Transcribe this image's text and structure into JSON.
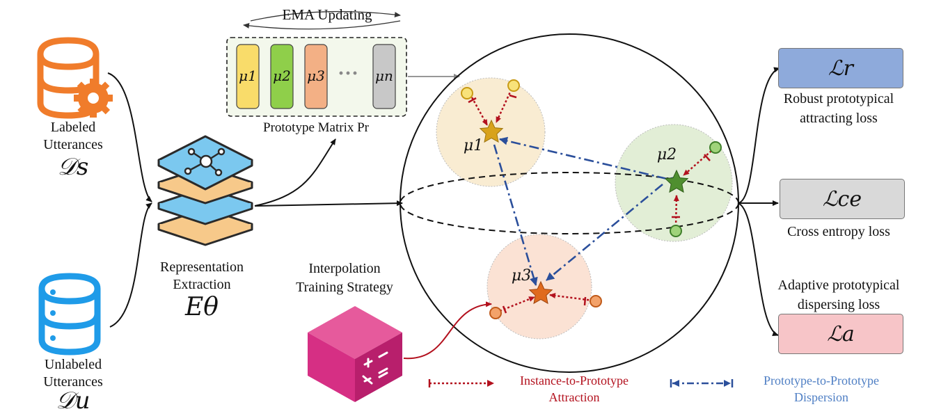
{
  "left": {
    "labeled": {
      "line1": "Labeled",
      "line2": "Utterances",
      "symbol": "𝒟s"
    },
    "unlabeled": {
      "line1": "Unlabeled",
      "line2": "Utterances",
      "symbol": "𝒟u"
    },
    "db_colors": {
      "labeled": "#f07c2b",
      "unlabeled": "#1f9be8"
    }
  },
  "encoder": {
    "line1": "Representation",
    "line2": "Extraction",
    "symbol": "Eθ"
  },
  "ema": {
    "label": "EMA Updating"
  },
  "prototype_matrix": {
    "caption": "Prototype Matrix Pr",
    "cells": [
      {
        "label": "μ1",
        "color": "#f9dc6a"
      },
      {
        "label": "μ2",
        "color": "#8fcf4a"
      },
      {
        "label": "μ3",
        "color": "#f3b085"
      },
      {
        "label": "···",
        "color": "none"
      },
      {
        "label": "μn",
        "color": "#c8c8c8"
      }
    ]
  },
  "interpolation": {
    "line1": "Interpolation",
    "line2": "Training Strategy",
    "cube_color": "#d62f84"
  },
  "clusters": [
    {
      "label": "μ1",
      "fill": "#f9ecd2",
      "star": "#d8a21c"
    },
    {
      "label": "μ2",
      "fill": "#e2eed6",
      "star": "#4f8f2f"
    },
    {
      "label": "μ3",
      "fill": "#fbe2d4",
      "star": "#e06a1e"
    }
  ],
  "losses": [
    {
      "symbol": "ℒr",
      "color": "#8eaadb",
      "line1": "Robust prototypical",
      "line2": "attracting loss"
    },
    {
      "symbol": "ℒce",
      "color": "#d9d9d9",
      "line1": "Cross entropy loss",
      "line2": ""
    },
    {
      "symbol": "ℒa",
      "color": "#f7c5c8",
      "line1": "Adaptive prototypical",
      "line2": "dispersing loss"
    }
  ],
  "legend": {
    "attraction": {
      "line1": "Instance-to-Prototype",
      "line2": "Attraction",
      "color": "#b3111e"
    },
    "dispersion": {
      "line1": "Prototype-to-Prototype",
      "line2": "Dispersion",
      "color": "#4f7fc4"
    }
  }
}
